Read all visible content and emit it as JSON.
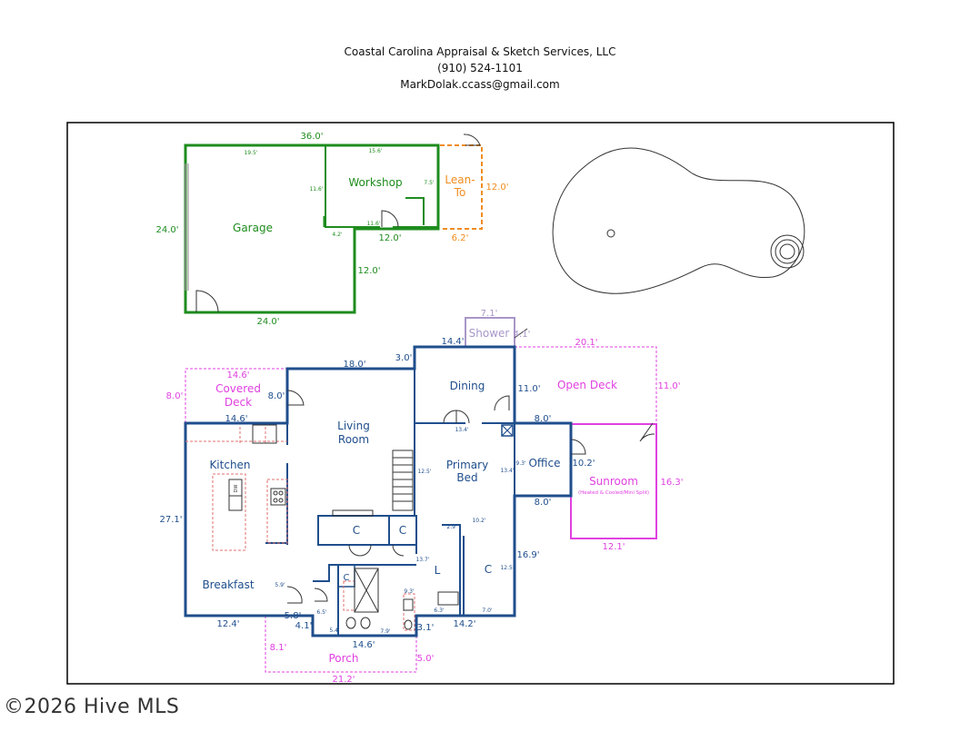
{
  "header": {
    "company": "Coastal Carolina Appraisal & Sketch Services, LLC",
    "phone": "(910) 524-1101",
    "email": "MarkDolak.ccass@gmail.com"
  },
  "watermark": "©2026 Hive MLS",
  "colors": {
    "house": "#1f4e8c",
    "garage": "#1e8c1e",
    "lean_to": "#f08c1e",
    "deck": "#e040e0",
    "shower": "#a896c8",
    "fixture": "#e07070"
  },
  "rooms": {
    "garage": "Garage",
    "workshop": "Workshop",
    "lean_to_1": "Lean-",
    "lean_to_2": "To",
    "shower": "Shower",
    "open_deck": "Open Deck",
    "covered_deck_1": "Covered",
    "covered_deck_2": "Deck",
    "dining": "Dining",
    "living_1": "Living",
    "living_2": "Room",
    "kitchen": "Kitchen",
    "primary_1": "Primary",
    "primary_2": "Bed",
    "office": "Office",
    "sunroom": "Sunroom",
    "sunroom_note": "(Heated & Cooled/Mini Split)",
    "breakfast": "Breakfast",
    "porch": "Porch",
    "closet_c1": "C",
    "closet_c2": "C",
    "closet_c3": "C",
    "closet_c4": "C",
    "laundry": "L"
  },
  "dims": {
    "garage_top": "36.0'",
    "garage_left": "24.0'",
    "garage_bottom": "24.0'",
    "garage_right": "12.0'",
    "garage_step": "12.0'",
    "garage_inner_top": "19.5'",
    "workshop_top": "15.6'",
    "workshop_left": "11.6'",
    "workshop_inner_right": "7.5'",
    "workshop_inner_bottom": "11.6'",
    "workshop_notch": "4.2'",
    "lean_to_right": "12.0'",
    "lean_to_bottom": "6.2'",
    "shower_top": "7.1'",
    "shower_right": "4.1'",
    "house_top_left": "18.0'",
    "house_step": "3.0'",
    "house_top_right": "14.4'",
    "open_deck_top": "20.1'",
    "open_deck_right": "11.0'",
    "open_deck_left": "11.0'",
    "open_deck_bottom": "8.0'",
    "covered_top": "14.6'",
    "covered_left": "8.0'",
    "covered_right": "8.0'",
    "kitchen_top": "14.6'",
    "house_left": "27.1'",
    "dining_inner": "13.4'",
    "stairs_inner": "12.5'",
    "primary_right": "13.4'",
    "office_left": "9.3'",
    "office_right": "10.2'",
    "office_bottom": "8.0'",
    "sunroom_right": "16.3'",
    "sunroom_bottom": "12.1'",
    "primary_bottom": "10.2'",
    "hall_small": "2.9'",
    "house_right_lower": "16.9'",
    "closet_right": "12.5'",
    "bath_left": "13.7'",
    "bath_inner": "9.3'",
    "bath_small": "6.3'",
    "closet_bottom": "7.0'",
    "breakfast_side": "5.9'",
    "bath_a": "6.5'",
    "bath_b": "5.4'",
    "bath_c": "7.9'",
    "breakfast_bottom": "12.4'",
    "step_a": "5.8'",
    "step_b": "4.1'",
    "bath_bottom": "14.6'",
    "step_c": "3.1'",
    "house_bottom_right": "14.2'",
    "porch_left": "8.1'",
    "porch_right": "5.0'",
    "porch_bottom": "21.2'"
  },
  "appliances": {
    "dishwasher": "DW"
  }
}
